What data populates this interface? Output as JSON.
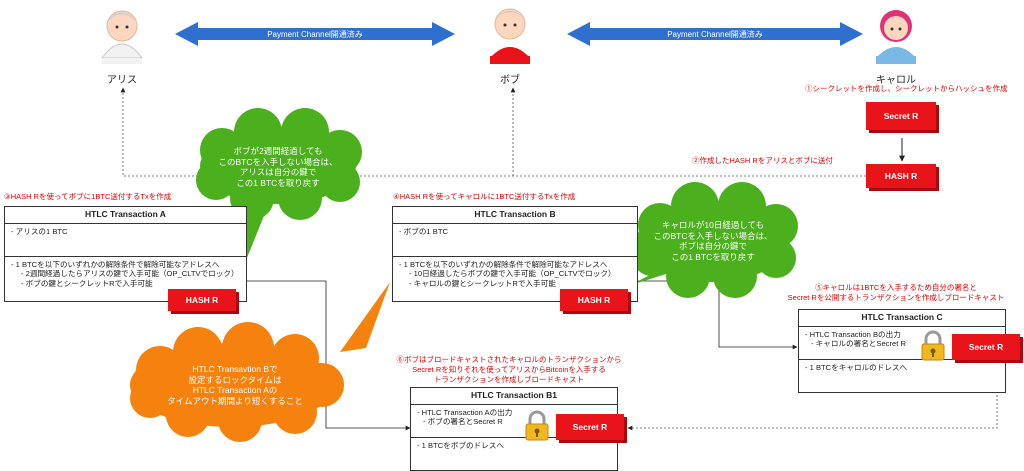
{
  "persons": {
    "alice": "アリス",
    "bob": "ボブ",
    "carol": "キャロル"
  },
  "channels": {
    "alice_bob": "Payment Channel開通済み",
    "bob_carol": "Payment Channel開通済み"
  },
  "notes": {
    "step1": "①シークレットを作成し、シークレットからハッシュを作成",
    "step2": "②作成したHASH Rをアリスとボブに送付",
    "step3": "③HASH Rを使ってボブに1BTC送付するTxを作成",
    "step4": "④HASH Rを使ってキャロルに1BTC送付するTxを作成",
    "step5_line1": "⑤キャロルは1BTCを入手するため自分の署名と",
    "step5_line2": "Secret Rを公開するトランザクションを作成しブロードキャスト",
    "step6_line1": "⑥ボブはブロードキャストされたキャロルのトランザクションから",
    "step6_line2": "Secret Rを知りそれを使ってアリスからBitcoinを入手する",
    "step6_line3": "トランザクションを作成しブロードキャスト"
  },
  "boxes": {
    "secret_r": "Secret R",
    "hash_r": "HASH R"
  },
  "clouds": {
    "green_a": [
      "ボブが2週間経過しても",
      "このBTCを入手しない場合は、",
      "アリスは自分の鍵で",
      "この1 BTCを取り戻す"
    ],
    "green_b": [
      "キャロルが10日経過しても",
      "このBTCを入手しない場合は、",
      "ボブは自分の鍵で",
      "この1 BTCを取り戻す"
    ],
    "orange": [
      "HTLC Transavtion Bで",
      "設定するロックタイムは",
      "HTLC Transaction Aの",
      "タイムアウト期間より短くすること"
    ]
  },
  "tx_a": {
    "title": "HTLC Transaction A",
    "input": "- アリスの1 BTC",
    "out1": "- 1 BTCを以下のいずれかの解除条件で解除可能なアドレスへ",
    "out2": "- 2週間経過したらアリスの鍵で入手可能（OP_CLTVでロック）",
    "out3": "- ボブの鍵とシークレットRで入手可能"
  },
  "tx_b": {
    "title": "HTLC Transaction B",
    "input": "- ボブの1 BTC",
    "out1": "- 1 BTCを以下のいずれかの解除条件で解除可能なアドレスへ",
    "out2": "- 10日経過したらボブの鍵で入手可能（OP_CLTVでロック）",
    "out3": "- キャロルの鍵とシークレットRで入手可能"
  },
  "tx_c": {
    "title": "HTLC Transaction C",
    "in1": "- HTLC Transaction Bの出力",
    "in2": "- キャロルの署名とSecret R",
    "out": "- 1 BTCをキャロルのドレスへ"
  },
  "tx_b1": {
    "title": "HTLC Transaction B1",
    "in1": "- HTLC Transaction Aの出力",
    "in2": "- ボブの署名とSecret R",
    "out": "- 1 BTCをボブのドレスへ"
  },
  "colors": {
    "arrow_blue": "#2f6fd0",
    "red": "#e8141a",
    "green": "#4caf1e",
    "orange": "#f5820f"
  }
}
